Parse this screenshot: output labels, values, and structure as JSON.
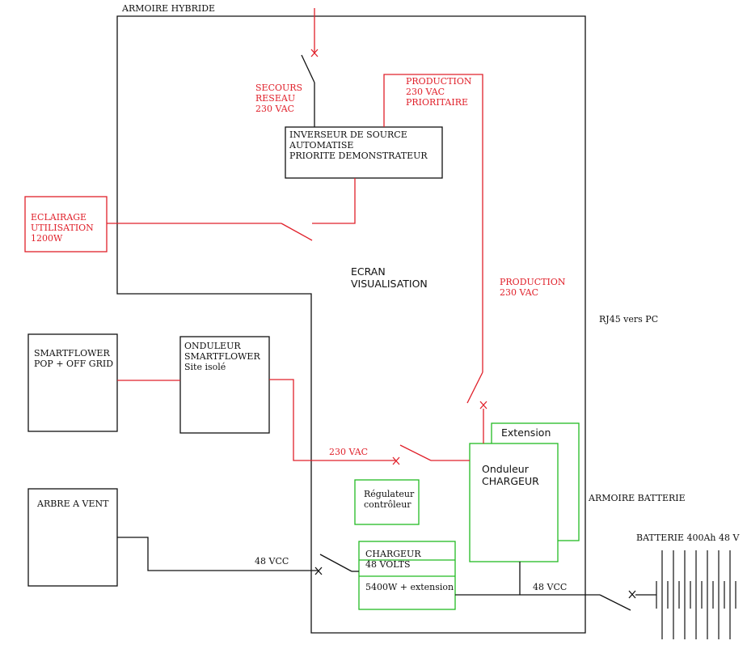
{
  "colors": {
    "red": "#e0202a",
    "green": "#22bb22",
    "black": "#111111"
  },
  "labels": {
    "armoire_hybride": "ARMOIRE HYBRIDE",
    "secours_reseau": [
      "SECOURS",
      "RESEAU",
      "230 VAC"
    ],
    "production_prioritaire": [
      "PRODUCTION",
      "230 VAC",
      "PRIORITAIRE"
    ],
    "inverseur": [
      "INVERSEUR DE SOURCE",
      "AUTOMATISE",
      "PRIORITE DEMONSTRATEUR"
    ],
    "eclairage": [
      "ECLAIRAGE",
      "UTILISATION",
      "1200W"
    ],
    "ecran": [
      "ECRAN",
      "VISUALISATION"
    ],
    "production_230": [
      "PRODUCTION",
      "230 VAC"
    ],
    "rj45": "RJ45 vers PC",
    "smartflower": [
      "SMARTFLOWER",
      "POP + OFF GRID"
    ],
    "onduleur_smartflower": [
      "ONDULEUR",
      "SMARTFLOWER",
      "Site isolé"
    ],
    "ac_230": "230 VAC",
    "extension": "Extension",
    "onduleur_chargeur": [
      "Onduleur",
      "CHARGEUR"
    ],
    "armoire_batterie": "ARMOIRE BATTERIE",
    "regulateur": [
      "Régulateur",
      "contrôleur"
    ],
    "arbre_a_vent": "ARBRE A VENT",
    "chargeur_48": [
      "CHARGEUR",
      "48 VOLTS"
    ],
    "chargeur_power": "5400W + extension",
    "dc_48_left": "48 VCC",
    "dc_48_right": "48 VCC",
    "batterie": "BATTERIE 400Ah 48 V"
  }
}
